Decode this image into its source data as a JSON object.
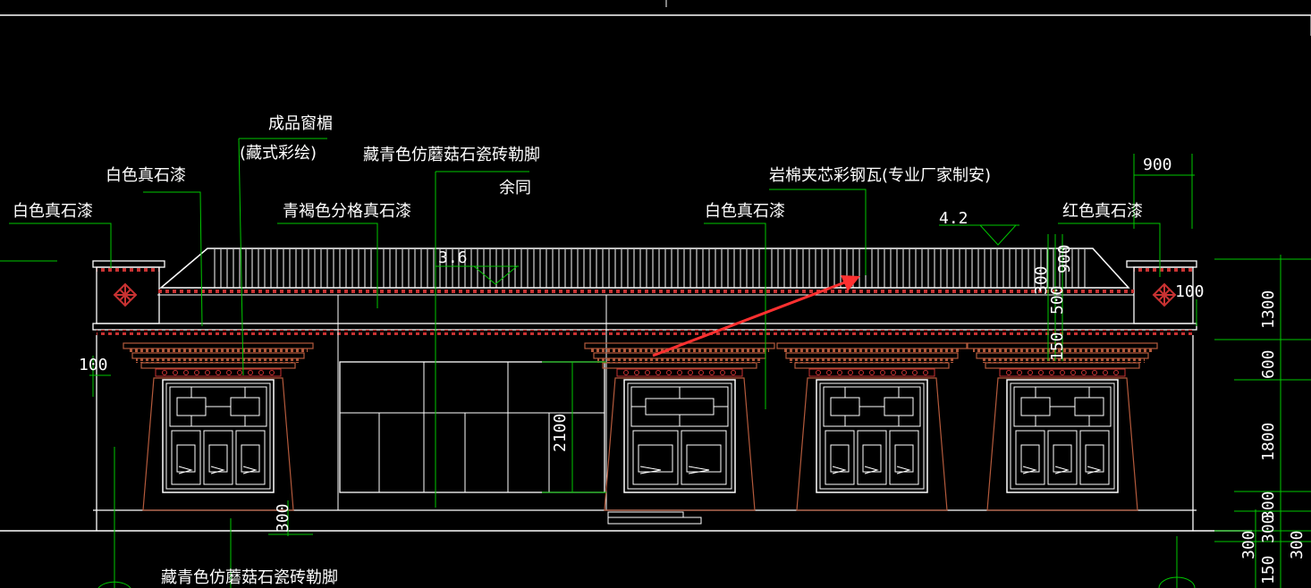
{
  "labels": {
    "window_head": "成品窗楣",
    "window_head_sub": "(藏式彩绘)",
    "white_stone_top": "白色真石漆",
    "white_stone_left": "白色真石漆",
    "brown_grid_stone": "青褐色分格真石漆",
    "plinth_top": "藏青色仿蘑菇石瓷砖勒脚",
    "same_rest": "余同",
    "roof_panel": "岩棉夹芯彩钢瓦(专业厂家制安)",
    "white_stone_mid": "白色真石漆",
    "red_stone": "红色真石漆",
    "plinth_bottom": "藏青色仿蘑菇石瓷砖勒脚"
  },
  "dimensions": {
    "d_900": "900",
    "slope_4_2": "4.2",
    "slope_3_6": "3.6",
    "d_100_right": "100",
    "d_100_left": "100",
    "d_2100": "2100",
    "d_300_bottom": "300",
    "v_1300": "1300",
    "v_600": "600",
    "v_1800": "1800",
    "v_300a": "300",
    "v_300b": "300",
    "v_150": "150",
    "v_300c": "300",
    "v_300d": "300",
    "stack_300": "300",
    "stack_900": "900",
    "stack_500": "500",
    "stack_150": "150"
  },
  "colors": {
    "background": "#000000",
    "outline": "#ffffff",
    "leader": "#00c800",
    "ornament": "#c83232",
    "trim": "#b45a3c",
    "arrow": "#ff3030"
  }
}
